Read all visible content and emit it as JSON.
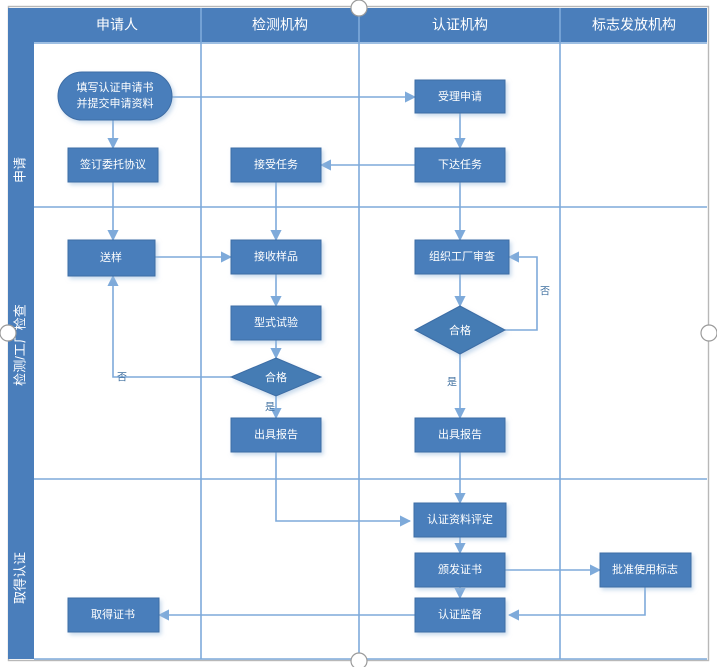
{
  "diagram": {
    "type": "cross-functional-flowchart",
    "title": "",
    "colors": {
      "node_fill": "#4a7ebb",
      "node_stroke": "#3d6da5",
      "diamond_fill": "#447cb4",
      "connector": "#7eaada",
      "band_fill": "#4a7ebb",
      "label_text": "#ffffff",
      "edge_label_text": "#3f6f9f",
      "frame": "#b8b8b8",
      "background": "#ffffff"
    },
    "columns": [
      {
        "id": "col-applicant",
        "label": "申请人"
      },
      {
        "id": "col-testing",
        "label": "检测机构"
      },
      {
        "id": "col-certification",
        "label": "认证机构"
      },
      {
        "id": "col-mark-issuing",
        "label": "标志发放机构"
      }
    ],
    "lanes": [
      {
        "id": "lane-application",
        "label": "申请"
      },
      {
        "id": "lane-inspection",
        "label": "检测/工厂检查"
      },
      {
        "id": "lane-certified",
        "label": "取得认证"
      }
    ],
    "nodes": [
      {
        "id": "n-fill-application",
        "label": "填写认证申请书\n并提交申请资料",
        "line1": "填写认证申请书",
        "line2": "并提交申请资料",
        "shape": "rounded",
        "column": "col-applicant",
        "lane": "lane-application"
      },
      {
        "id": "n-accept-application",
        "label": "受理申请",
        "shape": "rect",
        "column": "col-certification",
        "lane": "lane-application"
      },
      {
        "id": "n-sign-agreement",
        "label": "签订委托协议",
        "shape": "rect",
        "column": "col-applicant",
        "lane": "lane-application"
      },
      {
        "id": "n-accept-task",
        "label": "接受任务",
        "shape": "rect",
        "column": "col-testing",
        "lane": "lane-application"
      },
      {
        "id": "n-assign-task",
        "label": "下达任务",
        "shape": "rect",
        "column": "col-certification",
        "lane": "lane-application"
      },
      {
        "id": "n-send-sample",
        "label": "送样",
        "shape": "rect",
        "column": "col-applicant",
        "lane": "lane-inspection"
      },
      {
        "id": "n-receive-sample",
        "label": "接收样品",
        "shape": "rect",
        "column": "col-testing",
        "lane": "lane-inspection"
      },
      {
        "id": "n-factory-audit",
        "label": "组织工厂审查",
        "shape": "rect",
        "column": "col-certification",
        "lane": "lane-inspection"
      },
      {
        "id": "n-type-test",
        "label": "型式试验",
        "shape": "rect",
        "column": "col-testing",
        "lane": "lane-inspection"
      },
      {
        "id": "n-audit-pass",
        "label": "合格",
        "shape": "diamond",
        "column": "col-certification",
        "lane": "lane-inspection"
      },
      {
        "id": "n-test-pass",
        "label": "合格",
        "shape": "diamond",
        "column": "col-testing",
        "lane": "lane-inspection"
      },
      {
        "id": "n-test-report",
        "label": "出具报告",
        "shape": "rect",
        "column": "col-testing",
        "lane": "lane-inspection"
      },
      {
        "id": "n-audit-report",
        "label": "出具报告",
        "shape": "rect",
        "column": "col-certification",
        "lane": "lane-inspection"
      },
      {
        "id": "n-evaluate-docs",
        "label": "认证资料评定",
        "shape": "rect",
        "column": "col-certification",
        "lane": "lane-certified"
      },
      {
        "id": "n-issue-certificate",
        "label": "颁发证书",
        "shape": "rect",
        "column": "col-certification",
        "lane": "lane-certified"
      },
      {
        "id": "n-approve-mark",
        "label": "批准使用标志",
        "shape": "rect",
        "column": "col-mark-issuing",
        "lane": "lane-certified"
      },
      {
        "id": "n-cert-supervision",
        "label": "认证监督",
        "shape": "rect",
        "column": "col-certification",
        "lane": "lane-certified"
      },
      {
        "id": "n-obtain-certificate",
        "label": "取得证书",
        "shape": "rect",
        "column": "col-applicant",
        "lane": "lane-certified"
      }
    ],
    "edge_labels": [
      {
        "id": "lbl-audit-no",
        "label": "否",
        "from": "n-audit-pass",
        "to": "n-factory-audit"
      },
      {
        "id": "lbl-audit-yes",
        "label": "是",
        "from": "n-audit-pass",
        "to": "n-audit-report"
      },
      {
        "id": "lbl-test-no",
        "label": "否",
        "from": "n-test-pass",
        "to": "n-send-sample"
      },
      {
        "id": "lbl-test-yes",
        "label": "是",
        "from": "n-test-pass",
        "to": "n-test-report"
      }
    ],
    "edges": [
      {
        "from": "n-fill-application",
        "to": "n-accept-application"
      },
      {
        "from": "n-fill-application",
        "to": "n-sign-agreement"
      },
      {
        "from": "n-accept-application",
        "to": "n-assign-task"
      },
      {
        "from": "n-assign-task",
        "to": "n-accept-task"
      },
      {
        "from": "n-sign-agreement",
        "to": "n-send-sample"
      },
      {
        "from": "n-accept-task",
        "to": "n-receive-sample"
      },
      {
        "from": "n-assign-task",
        "to": "n-factory-audit"
      },
      {
        "from": "n-send-sample",
        "to": "n-receive-sample"
      },
      {
        "from": "n-receive-sample",
        "to": "n-type-test"
      },
      {
        "from": "n-type-test",
        "to": "n-test-pass"
      },
      {
        "from": "n-test-pass",
        "to": "n-test-report"
      },
      {
        "from": "n-test-pass",
        "to": "n-send-sample"
      },
      {
        "from": "n-factory-audit",
        "to": "n-audit-pass"
      },
      {
        "from": "n-audit-pass",
        "to": "n-factory-audit"
      },
      {
        "from": "n-audit-pass",
        "to": "n-audit-report"
      },
      {
        "from": "n-test-report",
        "to": "n-evaluate-docs"
      },
      {
        "from": "n-audit-report",
        "to": "n-evaluate-docs"
      },
      {
        "from": "n-evaluate-docs",
        "to": "n-issue-certificate"
      },
      {
        "from": "n-issue-certificate",
        "to": "n-approve-mark"
      },
      {
        "from": "n-issue-certificate",
        "to": "n-cert-supervision"
      },
      {
        "from": "n-approve-mark",
        "to": "n-cert-supervision"
      },
      {
        "from": "n-cert-supervision",
        "to": "n-obtain-certificate"
      }
    ]
  }
}
